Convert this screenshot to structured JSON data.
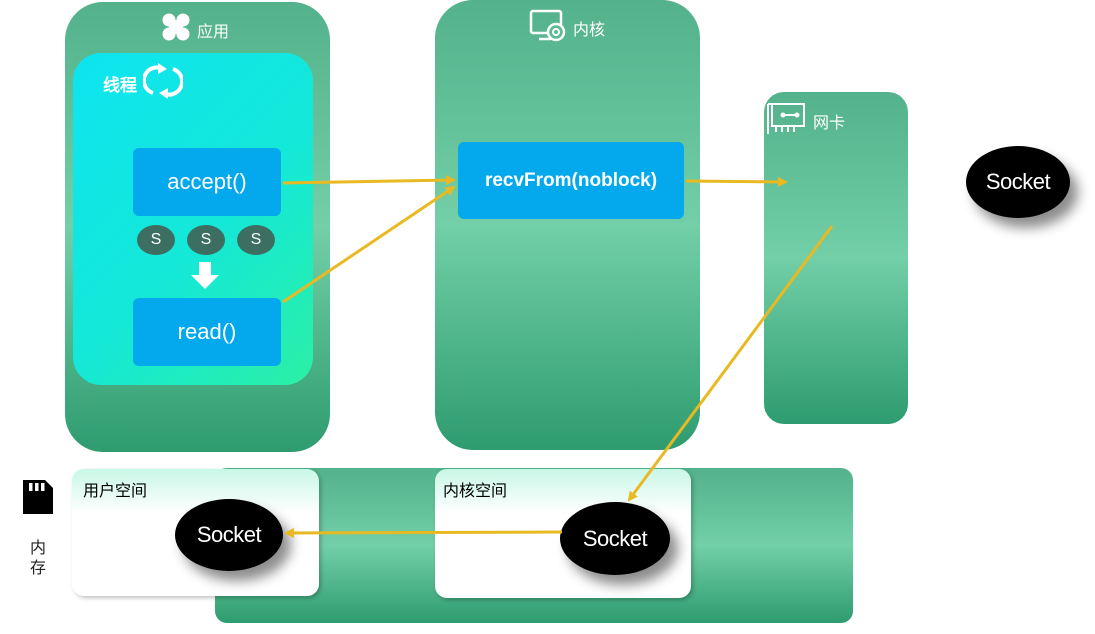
{
  "app_panel": {
    "title": "应用",
    "icon": "clover-app-icon"
  },
  "thread": {
    "title": "线程",
    "icon": "refresh-cycle-icon"
  },
  "accept_label": "accept()",
  "read_label": "read()",
  "s_dots": [
    "S",
    "S",
    "S"
  ],
  "kernel_panel": {
    "title": "内核",
    "icon": "monitor-gear-icon"
  },
  "recv_label": "recvFrom(noblock)",
  "nic_panel": {
    "title": "网卡",
    "icon": "network-card-icon"
  },
  "socket_right": "Socket",
  "memory": {
    "label_line1": "内",
    "label_line2": "存",
    "icon": "sd-card-icon"
  },
  "user_space": {
    "title": "用户空间",
    "socket": "Socket"
  },
  "kernel_space": {
    "title": "内核空间",
    "socket": "Socket"
  },
  "colors": {
    "green": "#53b28b",
    "blue": "#03a9ec",
    "arrow": "#e8b923",
    "cyan": "#14e4ec"
  }
}
